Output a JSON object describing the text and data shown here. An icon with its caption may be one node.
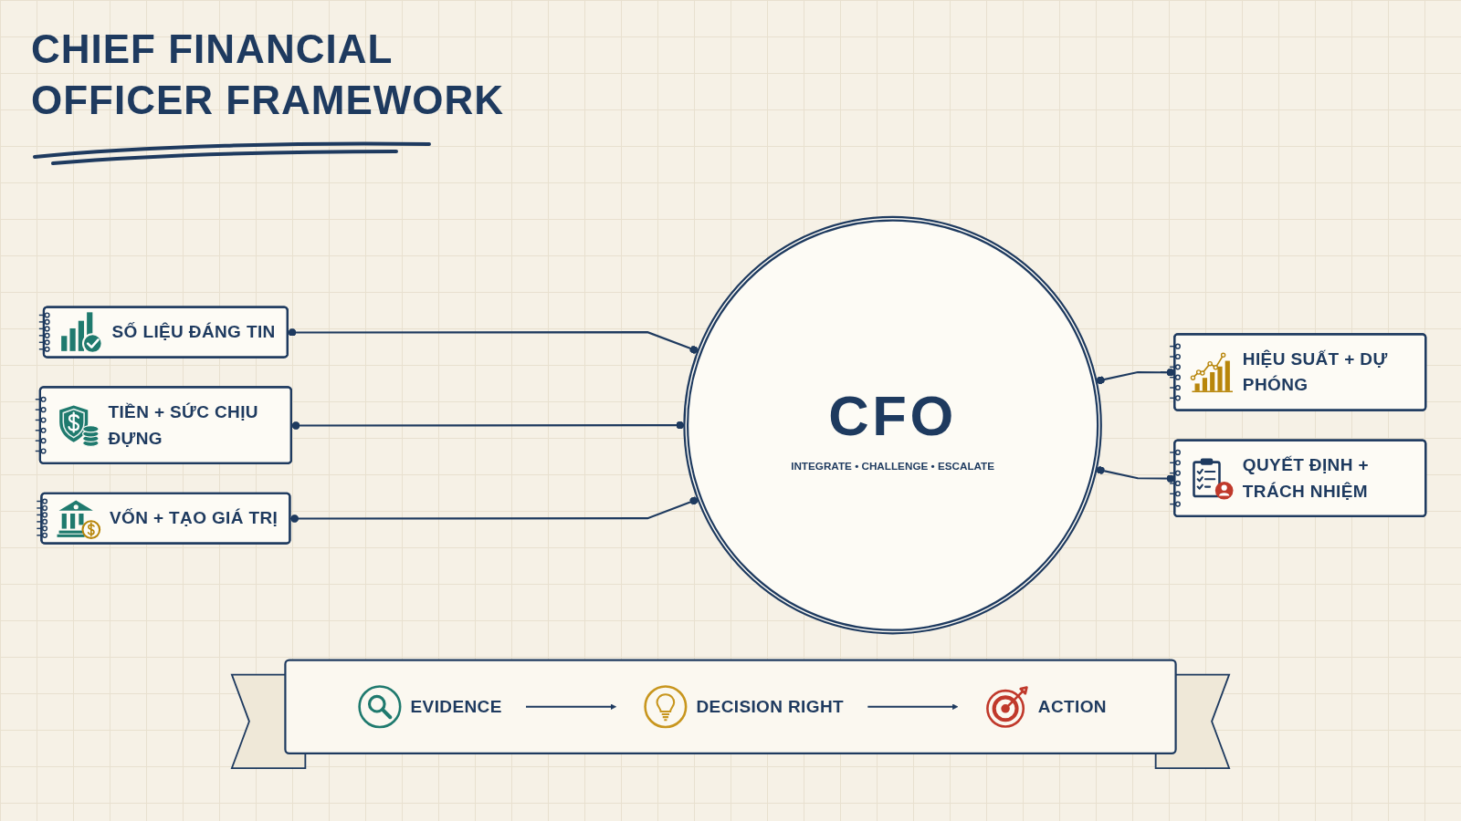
{
  "diagram": {
    "title": "CHIEF FINANCIAL OFFICER FRAMEWORK",
    "nodes": [
      {
        "text": [
          "SỐ LIỆU ĐÁNG TIN"
        ]
      },
      {
        "text": [
          "TIỀN + SỨC CHỊU ĐỰNG"
        ]
      },
      {
        "text": [
          "CFO",
          "INTEGRATE • CHALLENGE • ESCALATE"
        ]
      },
      {
        "text": [
          "HIỆU SUẤT + DỰ PHÓNG"
        ]
      },
      {
        "text": [
          "VỐN + TẠO GIÁ TRỊ"
        ]
      },
      {
        "text": [
          "QUYẾT ĐỊNH + TRÁCH NHIỆM"
        ]
      },
      {
        "text": [],
        "shape": "banner"
      },
      {
        "text": [
          "EVIDENCE"
        ],
        "in": 6
      },
      {
        "text": [
          "DECISION RIGHT"
        ],
        "in": 6
      },
      {
        "text": [
          "ACTION"
        ],
        "in": 6
      }
    ],
    "edges": [
      {
        "from": 0,
        "to": 2,
        "arrow": "other"
      },
      {
        "from": 1,
        "to": 2,
        "arrow": "other"
      },
      {
        "from": 2,
        "to": 3,
        "arrow": "other"
      },
      {
        "from": 4,
        "to": 2,
        "arrow": "other"
      },
      {
        "from": 2,
        "to": 5,
        "arrow": "other"
      },
      {
        "from": 7,
        "to": 8,
        "arrow": "to"
      },
      {
        "from": 8,
        "to": 9,
        "arrow": "to"
      }
    ]
  }
}
